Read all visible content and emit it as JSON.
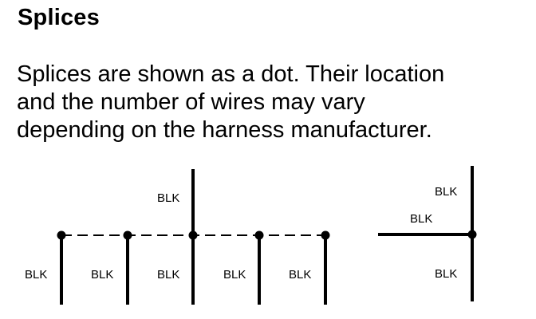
{
  "heading": "Splices",
  "description_lines": [
    "Splices are shown as a dot. Their location",
    "and the number of wires may vary",
    "depending on the harness manufacturer."
  ],
  "left_diagram": {
    "top_wire_label": "BLK",
    "bottom_wire_labels": [
      "BLK",
      "BLK",
      "BLK",
      "BLK",
      "BLK"
    ]
  },
  "right_diagram": {
    "top_wire_label": "BLK",
    "left_wire_label": "BLK",
    "bottom_wire_label": "BLK"
  }
}
